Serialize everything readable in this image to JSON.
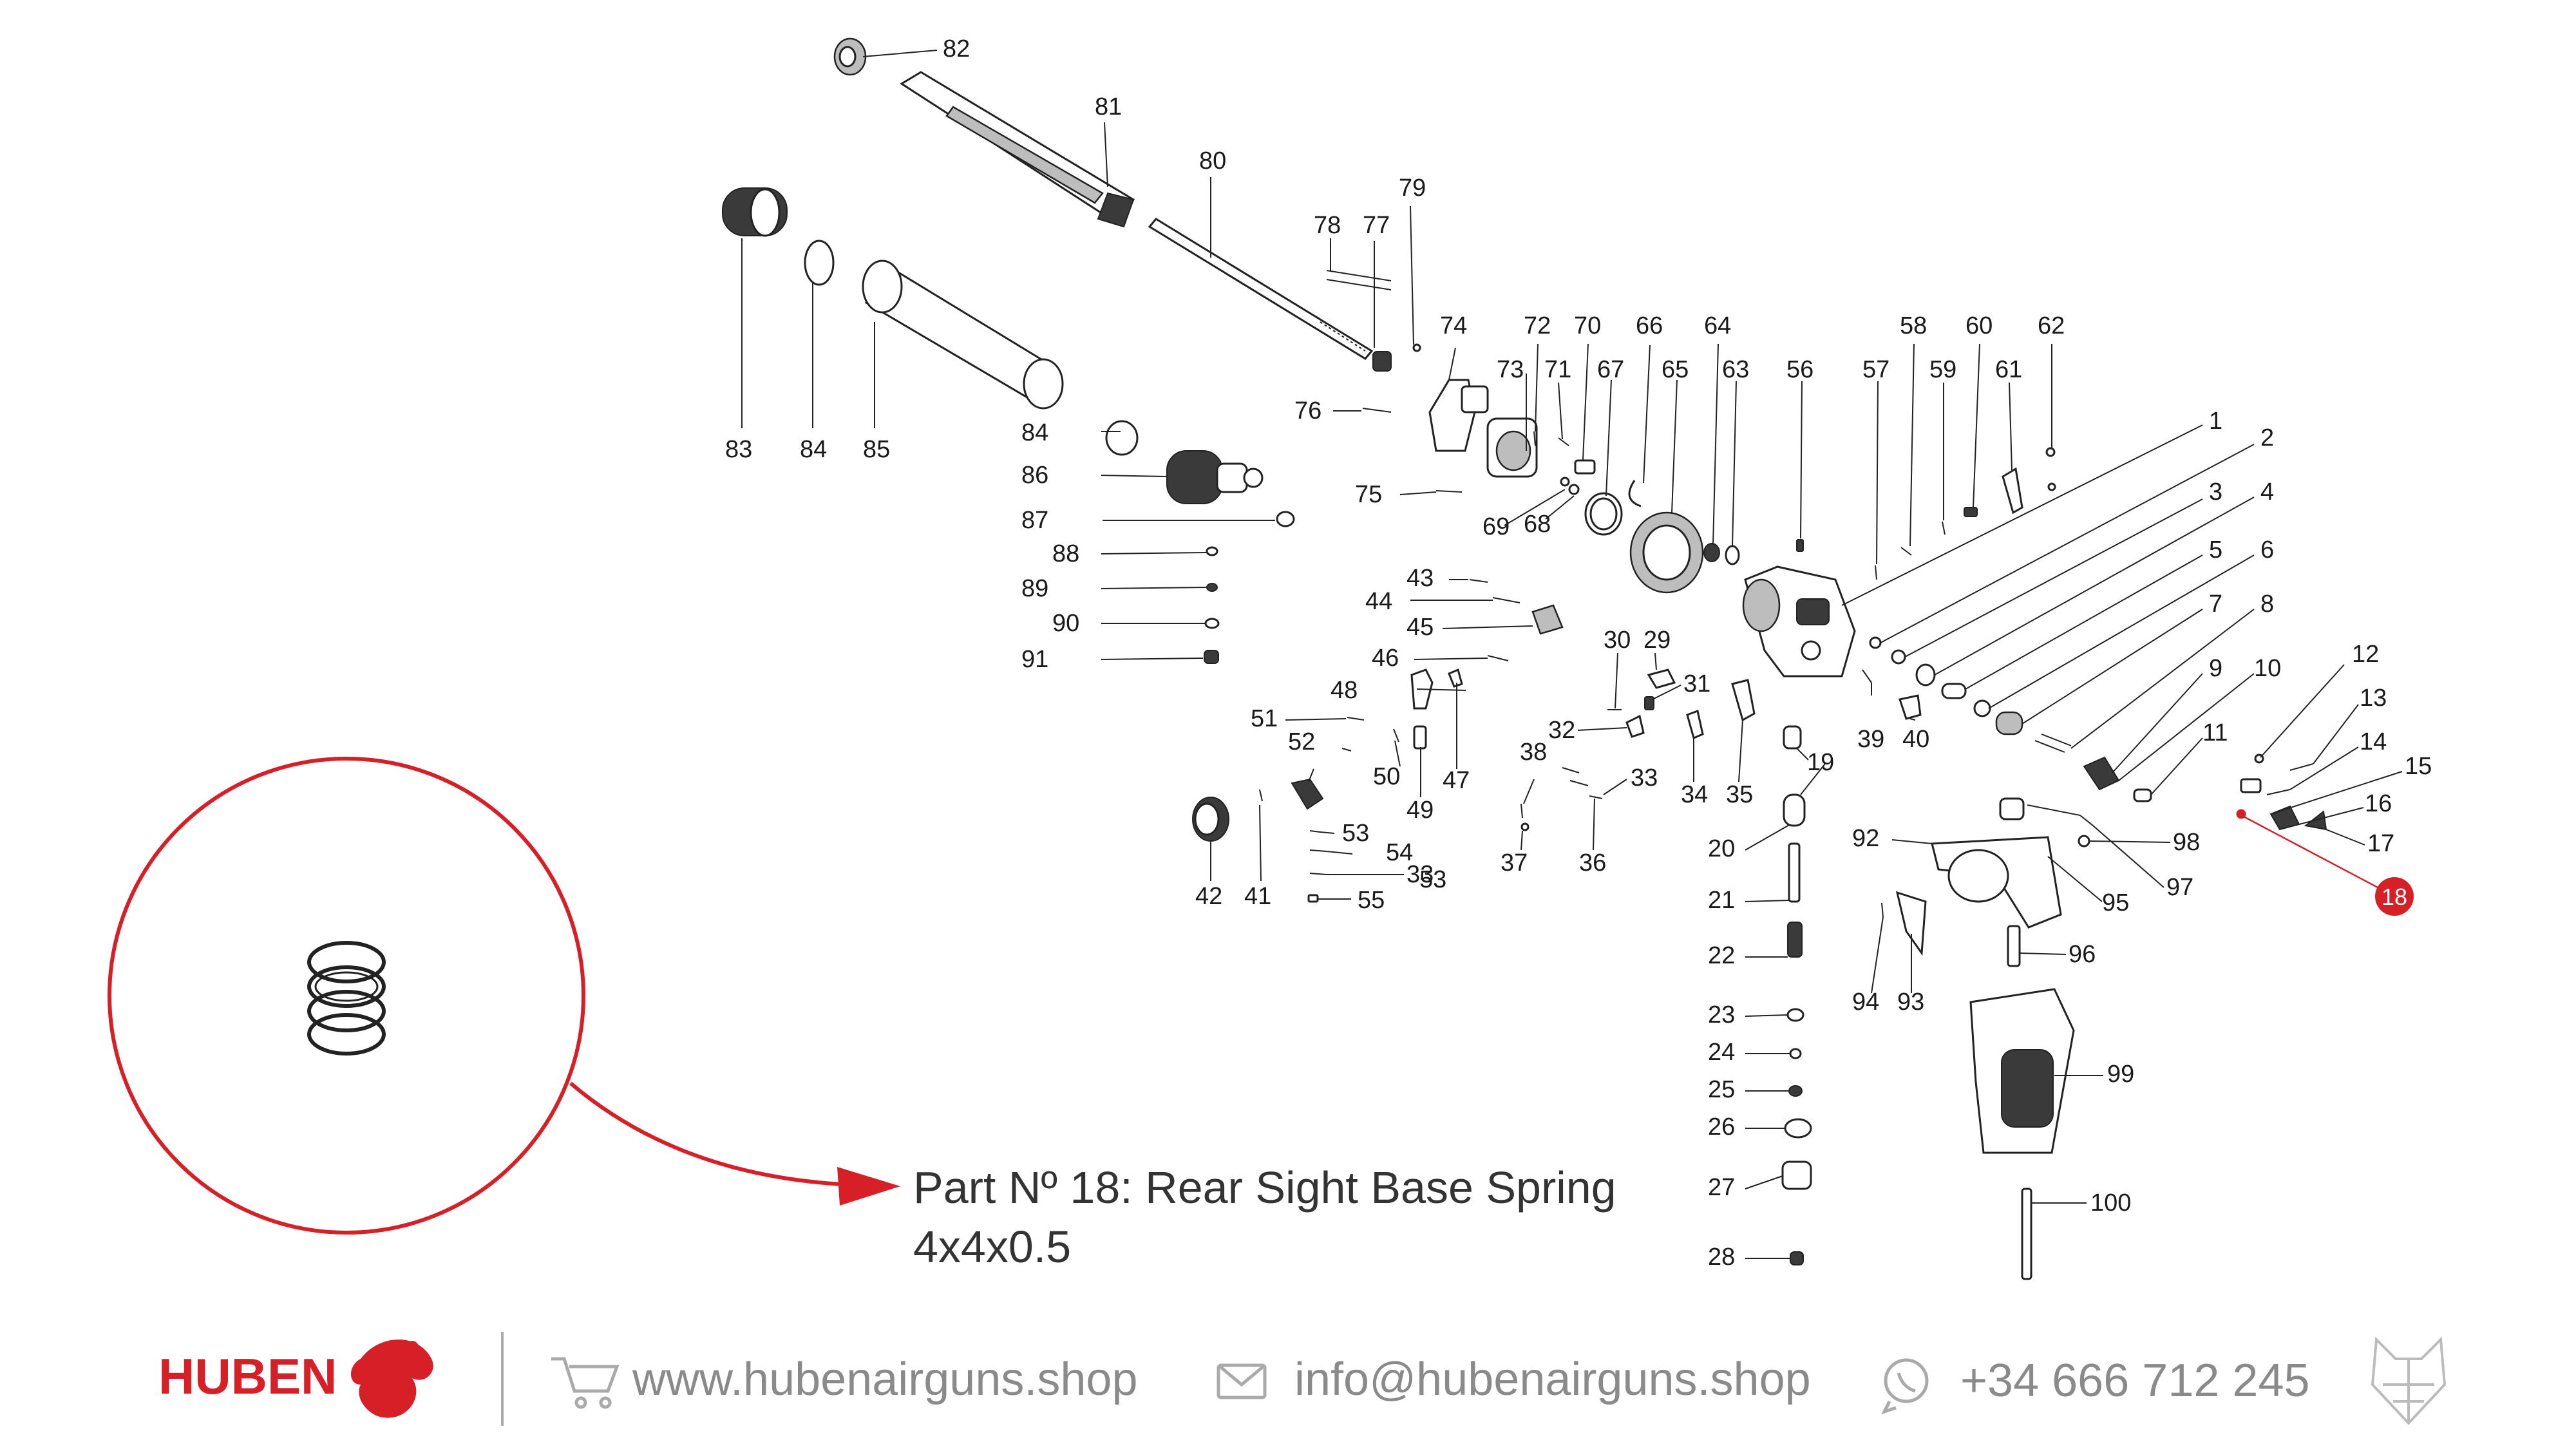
{
  "part_numbers": [
    "1",
    "2",
    "3",
    "4",
    "5",
    "6",
    "7",
    "8",
    "9",
    "10",
    "11",
    "12",
    "13",
    "14",
    "15",
    "16",
    "17",
    "18",
    "19",
    "20",
    "21",
    "22",
    "23",
    "24",
    "25",
    "26",
    "27",
    "28",
    "29",
    "30",
    "31",
    "32",
    "33",
    "33",
    "34",
    "35",
    "36",
    "37",
    "38",
    "39",
    "40",
    "41",
    "42",
    "43",
    "44",
    "45",
    "46",
    "47",
    "48",
    "49",
    "50",
    "51",
    "52",
    "53",
    "53",
    "54",
    "55",
    "56",
    "57",
    "58",
    "59",
    "60",
    "61",
    "62",
    "63",
    "64",
    "65",
    "66",
    "67",
    "68",
    "69",
    "70",
    "71",
    "72",
    "73",
    "74",
    "75",
    "76",
    "77",
    "78",
    "79",
    "80",
    "81",
    "82",
    "83",
    "84",
    "84",
    "85",
    "86",
    "87",
    "88",
    "89",
    "90",
    "91",
    "92",
    "93",
    "94",
    "95",
    "96",
    "97",
    "98",
    "99",
    "100"
  ],
  "highlight": {
    "part_number": "18",
    "color": "#d61f26",
    "title_line": "Part Nº 18: Rear Sight Base Spring",
    "size_line": "4x4x0.5",
    "icon": "coil-spring-icon"
  },
  "footer": {
    "brand": "HUBEN",
    "brand_color": "#d61f26",
    "website": "www.hubenairguns.shop",
    "email": "info@hubenairguns.shop",
    "phone": "+34 666 712 245",
    "icons": [
      "dragon-logo-icon",
      "cart-icon",
      "envelope-icon",
      "whatsapp-icon",
      "wolf-logo-icon"
    ]
  }
}
